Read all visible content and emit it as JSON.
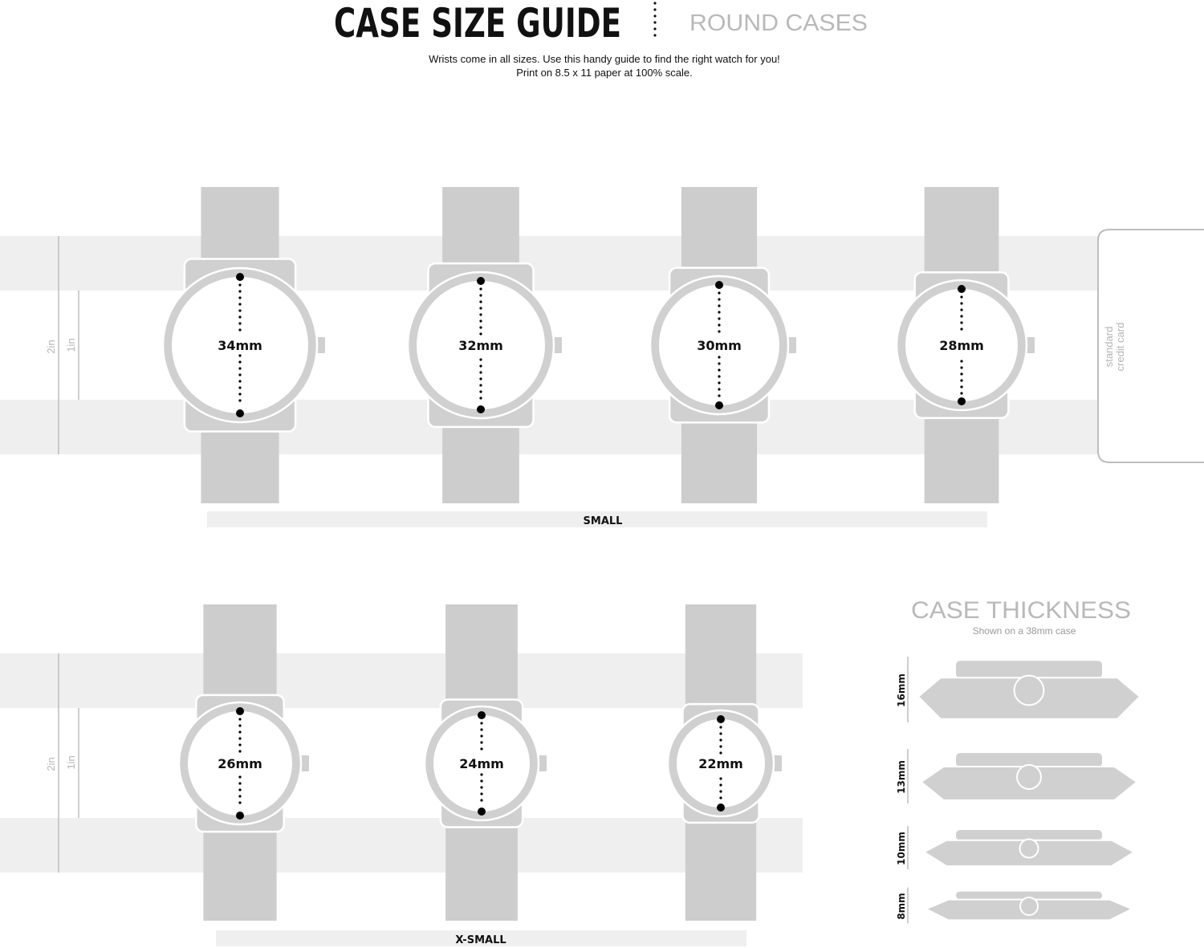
{
  "header": {
    "title": "CASE SIZE GUIDE",
    "subtitle": "ROUND CASES",
    "line1": "Wrists come in all sizes. Use this handy guide to find the right watch for you!",
    "line2": "Print on 8.5 x 11 paper at 100% scale."
  },
  "scale_labels": {
    "two_inch": "2in",
    "one_inch": "1in"
  },
  "credit_card": {
    "line1": "standard",
    "line2": "credit card"
  },
  "groups": [
    {
      "label": "SMALL",
      "watches": [
        {
          "size_mm": 34,
          "label": "34mm"
        },
        {
          "size_mm": 32,
          "label": "32mm"
        },
        {
          "size_mm": 30,
          "label": "30mm"
        },
        {
          "size_mm": 28,
          "label": "28mm"
        }
      ]
    },
    {
      "label": "X-SMALL",
      "watches": [
        {
          "size_mm": 26,
          "label": "26mm"
        },
        {
          "size_mm": 24,
          "label": "24mm"
        },
        {
          "size_mm": 22,
          "label": "22mm"
        }
      ]
    }
  ],
  "thickness": {
    "title": "CASE THICKNESS",
    "subtitle": "Shown on a 38mm case",
    "items": [
      {
        "thickness_mm": 16,
        "label": "16mm"
      },
      {
        "thickness_mm": 13,
        "label": "13mm"
      },
      {
        "thickness_mm": 10,
        "label": "10mm"
      },
      {
        "thickness_mm": 8,
        "label": "8mm"
      }
    ]
  },
  "colors": {
    "strap": "#cdcdcd",
    "wrist_band": "#efefef",
    "case_fill": "#d0d0d0",
    "case_outline": "#ffffff",
    "guide_line": "#bdbdbd",
    "heading_gray": "#b9b9b9",
    "text_dark": "#111111",
    "dot": "#000000"
  }
}
